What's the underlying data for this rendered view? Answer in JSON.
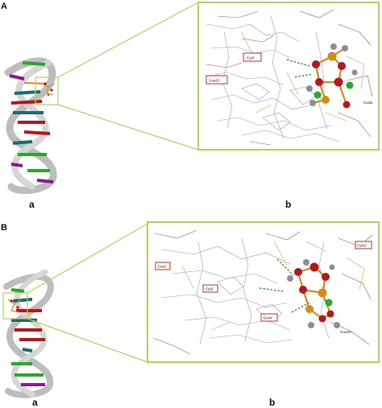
{
  "figure": {
    "panel_a": {
      "letter": "A",
      "sublabel_left": "a",
      "sublabel_right": "b",
      "residues": [
        "Cyt3",
        "Gua23",
        "Gua5"
      ]
    },
    "panel_b": {
      "letter": "B",
      "sublabel_left": "a",
      "sublabel_right": "b",
      "residues": [
        "Gua1",
        "Cyt22",
        "Cyt2",
        "Gua4",
        "Gua20"
      ]
    },
    "colors": {
      "highlight_frame": "#b8d25a",
      "residue_box": "#d9232d",
      "backbone_orange": "#d98a1c",
      "atom_red": "#b8161c",
      "atom_green": "#2aa82a",
      "atom_gray": "#8f8f8f",
      "hbond": "#1e9e1e"
    }
  }
}
